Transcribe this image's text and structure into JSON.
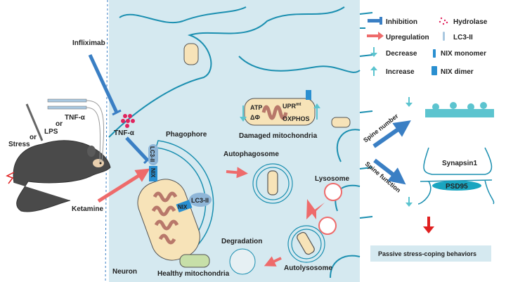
{
  "colors": {
    "neuron_bg": "#d5e9f0",
    "membrane": "#1b8fb0",
    "inhibition": "#3a7fc4",
    "upregulation": "#ee6b6b",
    "decrease_increase": "#5cc4cf",
    "tnf": "#e0245e",
    "mito_fill": "#f7e3b8",
    "mito_cristae": "#b8786a",
    "final_arrow": "#e02020",
    "result_box": "#d5e9f0"
  },
  "legend": {
    "inhibition": "Inhibition",
    "upregulation": "Upregulation",
    "decrease": "Decrease",
    "increase": "Increase",
    "hydrolase": "Hydrolase",
    "lc3": "LC3-II",
    "nix_monomer": "NIX monomer",
    "nix_dimer": "NIX dimer"
  },
  "left": {
    "infliximab": "Infliximab",
    "tnf_syringe": "TNF-α",
    "or1": "or",
    "lps": "LPS",
    "or2": "or",
    "stress": "Stress",
    "ketamine": "Ketamine"
  },
  "neuron": {
    "tnf": "TNF-α",
    "phagophore": "Phagophore",
    "lc3_top": "LC3-II",
    "nix_top": "NIX",
    "nix_side": "NIX",
    "lc3_side": "LC3-II",
    "atp": "ATP",
    "delta_phi": "ΔΦ",
    "upr": "UPR",
    "upr_sup": "mt",
    "oxphos": "OXPHOS",
    "damaged": "Damaged mitochondria",
    "autophagosome": "Autophagosome",
    "lysosome": "Lysosome",
    "degradation": "Degradation",
    "autolysosome": "Autolysosome",
    "healthy": "Healthy mitochondria",
    "neuron_label": "Neuron"
  },
  "right": {
    "spine_number": "Spine number",
    "spine_function": "Spine function",
    "synapsin": "Synapsin1",
    "psd95": "PSD95",
    "outcome": "Passive stress-coping behaviors"
  }
}
